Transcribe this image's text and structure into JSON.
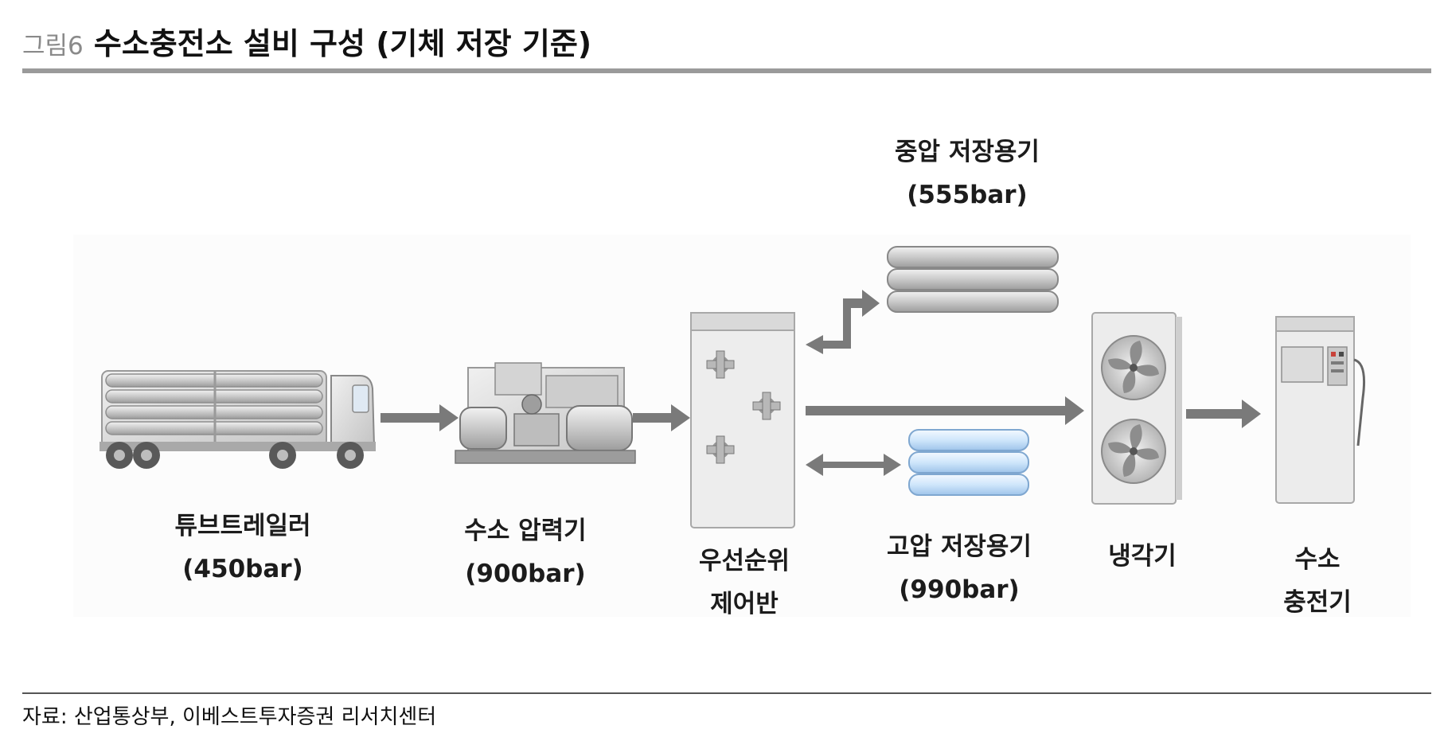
{
  "header": {
    "figure_number": "그림6",
    "title": "수소충전소 설비 구성 (기체 저장 기준)"
  },
  "components": {
    "tube_trailer": {
      "name": "튜브트레일러",
      "pressure": "(450bar)"
    },
    "compressor": {
      "name": "수소 압력기",
      "pressure": "(900bar)"
    },
    "priority_panel": {
      "line1": "우선순위",
      "line2": "제어반"
    },
    "mid_storage": {
      "name": "중압 저장용기",
      "pressure": "(555bar)"
    },
    "high_storage": {
      "name": "고압 저장용기",
      "pressure": "(990bar)"
    },
    "chiller": {
      "name": "냉각기"
    },
    "dispenser": {
      "line1": "수소",
      "line2": "충전기"
    }
  },
  "footer": {
    "source": "자료: 산업통상부, 이베스트투자증권 리서치센터"
  },
  "colors": {
    "arrow": "#7a7a7a",
    "high_pressure_tank": "#cfe6fb",
    "rule": "#9a9a9a"
  }
}
